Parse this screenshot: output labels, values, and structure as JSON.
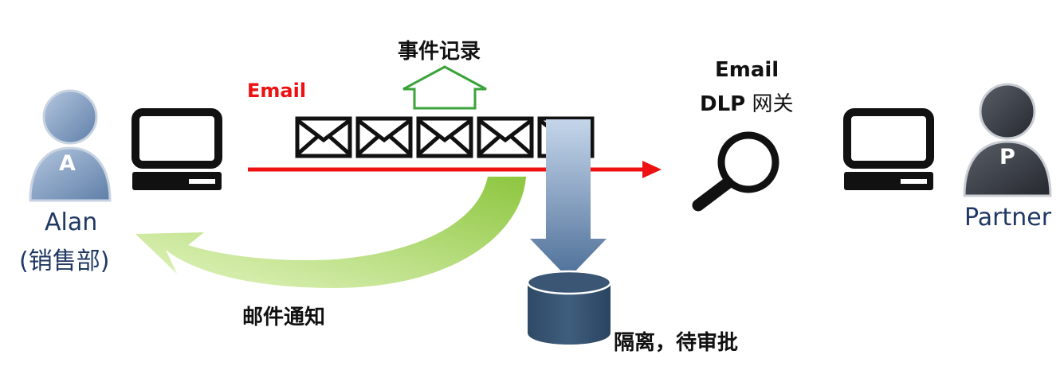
{
  "labels": {
    "email": "Email",
    "event_log": "事件记录",
    "gateway_line1": "Email",
    "gateway_line2_bold": "DLP",
    "gateway_line2_rest": " 网关",
    "sender_name": "Alan",
    "sender_dept": "(销售部)",
    "partner": "Partner",
    "mail_notify": "邮件通知",
    "quarantine": "隔离，待审批"
  },
  "avatars": {
    "sender_letter": "A",
    "partner_letter": "P"
  },
  "icons": {
    "sender_avatar": "user-avatar-icon",
    "sender_computer": "computer-icon",
    "envelopes": "envelope-icon",
    "gateway": "magnifier-icon",
    "partner_computer": "computer-icon",
    "partner_avatar": "user-avatar-icon",
    "storage": "database-icon"
  },
  "colors": {
    "flow_arrow": "#ee1111",
    "event_arrow": "#3aa33a",
    "notify_arrow": "#9ed246",
    "quarantine_arrow": "#7d9cc0",
    "database": "#3a5674",
    "sender_avatar": "#7f9bbf",
    "partner_avatar": "#3a3e45",
    "name_text": "#1f3864"
  }
}
